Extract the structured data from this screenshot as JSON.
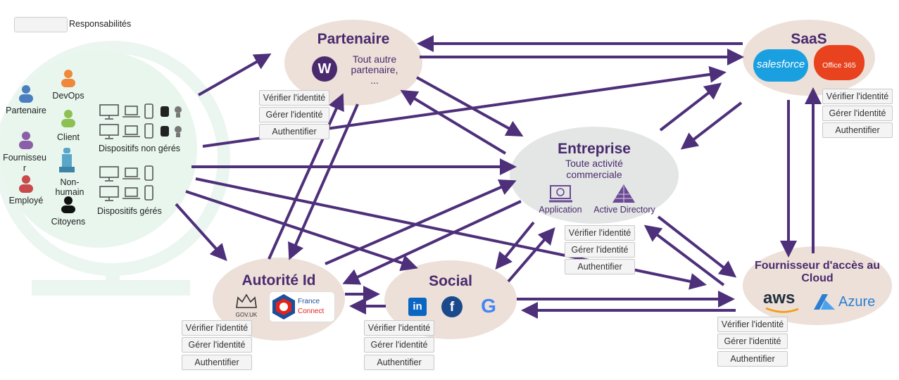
{
  "legend": {
    "label": "Responsabilités"
  },
  "actors": [
    {
      "id": "partenaire",
      "label": "Partenaire",
      "color": "#4a7ebf"
    },
    {
      "id": "devops",
      "label": "DevOps",
      "color": "#f0883a"
    },
    {
      "id": "client",
      "label": "Client",
      "color": "#8cc152"
    },
    {
      "id": "fournisseur",
      "label": "Fournisseur",
      "color": "#8a5fa8"
    },
    {
      "id": "non-humain",
      "label": "Non-humain",
      "color": "#5aa6c8"
    },
    {
      "id": "employe",
      "label": "Employé",
      "color": "#c84a4a"
    },
    {
      "id": "citoyens",
      "label": "Citoyens",
      "color": "#111111"
    }
  ],
  "devices": {
    "unmanaged_label": "Dispositifs non gérés",
    "managed_label": "Dispositifs gérés"
  },
  "nodes": {
    "partenaire": {
      "title": "Partenaire",
      "subtitle": "Tout autre partenaire, ...",
      "logo_letter": "W"
    },
    "saas": {
      "title": "SaaS",
      "logos": [
        "salesforce",
        "Office 365"
      ]
    },
    "entreprise": {
      "title": "Entreprise",
      "subtitle": "Toute activité commerciale",
      "items": [
        "Application",
        "Active Directory"
      ]
    },
    "autorite": {
      "title": "Autorité Id",
      "logos": [
        "GOV.UK",
        "France",
        "Connect"
      ]
    },
    "social": {
      "title": "Social",
      "logos": [
        "in",
        "f",
        "G"
      ]
    },
    "cloud": {
      "title": "Fournisseur d'accès au Cloud",
      "logos": [
        "aws",
        "Azure"
      ]
    }
  },
  "responsibilities": [
    "Vérifier l'identité",
    "Gérer l'identité",
    "Authentifier"
  ],
  "colors": {
    "arrow": "#4e2f7a",
    "title": "#4a2a6e",
    "node_bg": "#ece0d8",
    "entreprise_bg": "#e3e6e4"
  }
}
